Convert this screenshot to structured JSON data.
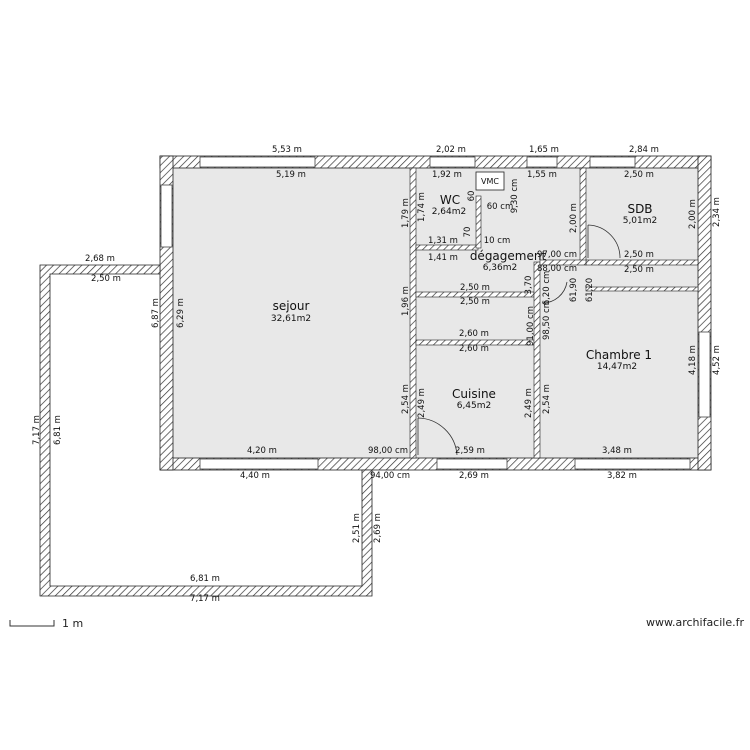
{
  "rooms": {
    "sejour": {
      "name": "sejour",
      "area": "32,61m2"
    },
    "wc": {
      "name": "WC",
      "area": "2,64m2"
    },
    "degagement": {
      "name": "dégagement",
      "area": "6,36m2"
    },
    "sdb": {
      "name": "SDB",
      "area": "5,01m2"
    },
    "chambre": {
      "name": "Chambre 1",
      "area": "14,47m2"
    },
    "cuisine": {
      "name": "Cuisine",
      "area": "6,45m2"
    }
  },
  "vmc_label": "VMC",
  "dimensions": {
    "top_553": "5,53 m",
    "top_202": "2,02 m",
    "top_165": "1,65 m",
    "top_284": "2,84 m",
    "in_519": "5,19 m",
    "in_192": "1,92 m",
    "in_155": "1,55 m",
    "in_250_sdb": "2,50 m",
    "left_268": "2,68 m",
    "left_250": "2,50 m",
    "h_687": "6,87 m",
    "h_629": "6,29 m",
    "h_179": "1,79 m",
    "h_174": "1,74 m",
    "h_200_a": "2,00 m",
    "h_200_b": "2,00 m",
    "h_234": "2,34 m",
    "wc_131": "1,31 m",
    "wc_141": "1,41 m",
    "vmc_60": "60",
    "vmc_60cm": "60 cm",
    "vmc_930": "9,30 cm",
    "vmc_10cm": "10 cm",
    "vmc_70": "70",
    "d_700": "97,00 cm",
    "d_800": "88,00 cm",
    "sdb_250_low": "2,50 m",
    "sdb_250_b": "2,50 m",
    "h_196": "1,96 m",
    "c_250_a": "2,50 m",
    "c_250_b": "2,50 m",
    "c_260_a": "2,60 m",
    "c_260_b": "2,60 m",
    "c_370": "3,70",
    "c_620": "6,20 cm",
    "c_6190": "61,90",
    "c_6120": "61,20",
    "c_9100": "91,00 cm",
    "c_9850": "98,50 cm",
    "k_254": "2,54 m",
    "k_249": "2,49 m",
    "k_249b": "2,49 m",
    "k_254b": "2,54 m",
    "ch_418": "4,18 m",
    "ch_452": "4,52 m",
    "b_420": "4,20 m",
    "b_98": "98,00 cm",
    "b_259": "2,59 m",
    "b_348": "3,48 m",
    "b_440": "4,40 m",
    "b_94": "94,00 cm",
    "b_269": "2,69 m",
    "b_382": "3,82 m",
    "t_717": "7,17 m",
    "t_681": "6,81 m",
    "t_251": "2,51 m",
    "t_269": "2,69 m",
    "t_681b": "6,81 m",
    "t_717b": "7,17 m"
  },
  "scale_label": "1 m",
  "watermark": "www.archifacile.fr"
}
